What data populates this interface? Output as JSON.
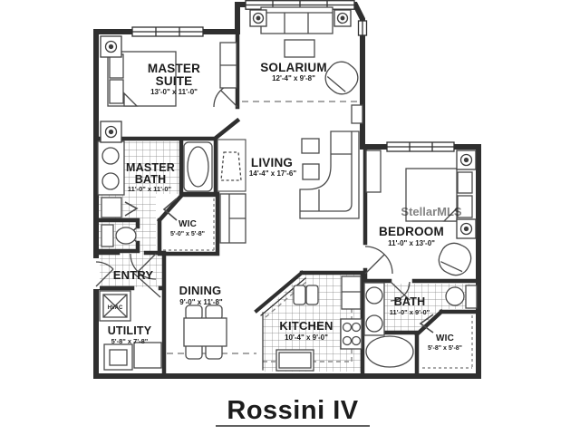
{
  "title": "Rossini IV",
  "watermark": "StellarMLS",
  "colors": {
    "wall": "#2f2f2f",
    "furniture_line": "#4a4a4a",
    "tile_line": "#808080",
    "text": "#1c1c1c",
    "watermark": "#cccccc",
    "background": "#ffffff"
  },
  "icons": {
    "ceiling_speaker": "circle-in-square marker",
    "door_swing": "quarter-arc",
    "closet_door": "chevron"
  },
  "rooms": {
    "master_suite": {
      "line1": "MASTER",
      "line2": "SUITE",
      "dims": "13'-0\" x 11'-0\""
    },
    "solarium": {
      "name": "SOLARIUM",
      "dims": "12'-4\" x 9'-8\""
    },
    "living": {
      "name": "LIVING",
      "dims": "14'-4\" x 17'-6\""
    },
    "master_bath": {
      "line1": "MASTER",
      "line2": "BATH",
      "dims": "11'-0\" x 11'-0\""
    },
    "wic_master": {
      "name": "WIC",
      "dims": "5'-0\" x 5'-8\""
    },
    "entry": {
      "name": "ENTRY"
    },
    "hvac": {
      "name": "HVAC"
    },
    "utility": {
      "name": "UTILITY",
      "dims": "5'-8\" x 7'-8\""
    },
    "dining": {
      "name": "DINING",
      "dims": "9'-0\" x 11'-8\""
    },
    "kitchen": {
      "name": "KITCHEN",
      "dims": "10'-4\" x 9'-0\""
    },
    "bedroom": {
      "name": "BEDROOM",
      "dims": "11'-0\" x 13'-0\""
    },
    "bath": {
      "name": "BATH",
      "dims": "11'-0\" x 9'-0\""
    },
    "wic_bedroom": {
      "name": "WIC",
      "dims": "5'-8\" x 5'-8\""
    }
  }
}
